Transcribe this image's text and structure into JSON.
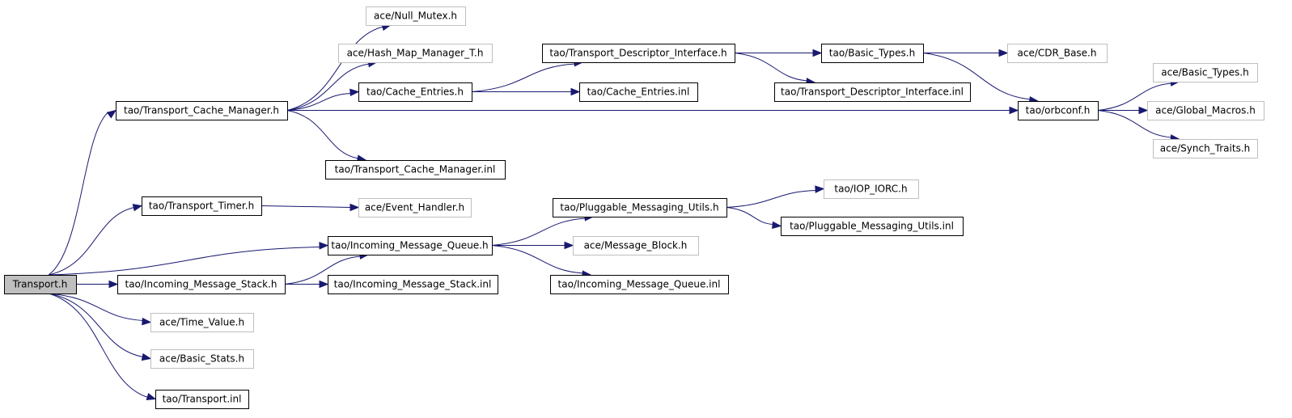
{
  "graph": {
    "colors": {
      "edge": "#191970",
      "root_fill": "#bfbfbf",
      "documented_border": "#000000",
      "external_border": "#bfbfbf",
      "node_fill": "#ffffff"
    },
    "nodes": [
      {
        "id": "n0",
        "label": "Transport.h",
        "style": "root"
      },
      {
        "id": "n1",
        "label": "tao/Transport_Cache_Manager.h",
        "style": "documented"
      },
      {
        "id": "n2",
        "label": "ace/Null_Mutex.h",
        "style": "external"
      },
      {
        "id": "n3",
        "label": "ace/Hash_Map_Manager_T.h",
        "style": "external"
      },
      {
        "id": "n4",
        "label": "tao/Cache_Entries.h",
        "style": "documented"
      },
      {
        "id": "n5",
        "label": "tao/Transport_Descriptor_Interface.h",
        "style": "documented"
      },
      {
        "id": "n6",
        "label": "tao/Basic_Types.h",
        "style": "documented"
      },
      {
        "id": "n7",
        "label": "ace/CDR_Base.h",
        "style": "external"
      },
      {
        "id": "n8",
        "label": "tao/orbconf.h",
        "style": "documented"
      },
      {
        "id": "n9",
        "label": "ace/Basic_Types.h",
        "style": "external"
      },
      {
        "id": "n10",
        "label": "ace/Global_Macros.h",
        "style": "external"
      },
      {
        "id": "n11",
        "label": "ace/Synch_Traits.h",
        "style": "external"
      },
      {
        "id": "n12",
        "label": "tao/Transport_Descriptor_Interface.inl",
        "style": "documented"
      },
      {
        "id": "n13",
        "label": "tao/Cache_Entries.inl",
        "style": "documented"
      },
      {
        "id": "n14",
        "label": "tao/Transport_Cache_Manager.inl",
        "style": "documented"
      },
      {
        "id": "n15",
        "label": "tao/Transport_Timer.h",
        "style": "documented"
      },
      {
        "id": "n16",
        "label": "ace/Event_Handler.h",
        "style": "external"
      },
      {
        "id": "n17",
        "label": "tao/Incoming_Message_Queue.h",
        "style": "documented"
      },
      {
        "id": "n18",
        "label": "tao/Pluggable_Messaging_Utils.h",
        "style": "documented"
      },
      {
        "id": "n19",
        "label": "tao/IOP_IORC.h",
        "style": "external"
      },
      {
        "id": "n20",
        "label": "tao/Pluggable_Messaging_Utils.inl",
        "style": "documented"
      },
      {
        "id": "n21",
        "label": "ace/Message_Block.h",
        "style": "external"
      },
      {
        "id": "n22",
        "label": "tao/Incoming_Message_Queue.inl",
        "style": "documented"
      },
      {
        "id": "n23",
        "label": "tao/Incoming_Message_Stack.h",
        "style": "documented"
      },
      {
        "id": "n24",
        "label": "tao/Incoming_Message_Stack.inl",
        "style": "documented"
      },
      {
        "id": "n25",
        "label": "ace/Time_Value.h",
        "style": "external"
      },
      {
        "id": "n26",
        "label": "ace/Basic_Stats.h",
        "style": "external"
      },
      {
        "id": "n27",
        "label": "tao/Transport.inl",
        "style": "documented"
      }
    ],
    "edges": [
      [
        "n0",
        "n1"
      ],
      [
        "n0",
        "n15"
      ],
      [
        "n0",
        "n17"
      ],
      [
        "n0",
        "n23"
      ],
      [
        "n0",
        "n25"
      ],
      [
        "n0",
        "n26"
      ],
      [
        "n0",
        "n27"
      ],
      [
        "n1",
        "n2"
      ],
      [
        "n1",
        "n3"
      ],
      [
        "n1",
        "n4"
      ],
      [
        "n1",
        "n8"
      ],
      [
        "n1",
        "n14"
      ],
      [
        "n4",
        "n5"
      ],
      [
        "n4",
        "n13"
      ],
      [
        "n5",
        "n6"
      ],
      [
        "n5",
        "n12"
      ],
      [
        "n6",
        "n7"
      ],
      [
        "n6",
        "n8"
      ],
      [
        "n8",
        "n9"
      ],
      [
        "n8",
        "n10"
      ],
      [
        "n8",
        "n11"
      ],
      [
        "n15",
        "n16"
      ],
      [
        "n17",
        "n18"
      ],
      [
        "n17",
        "n21"
      ],
      [
        "n17",
        "n22"
      ],
      [
        "n18",
        "n19"
      ],
      [
        "n18",
        "n20"
      ],
      [
        "n23",
        "n17"
      ],
      [
        "n23",
        "n24"
      ]
    ]
  }
}
